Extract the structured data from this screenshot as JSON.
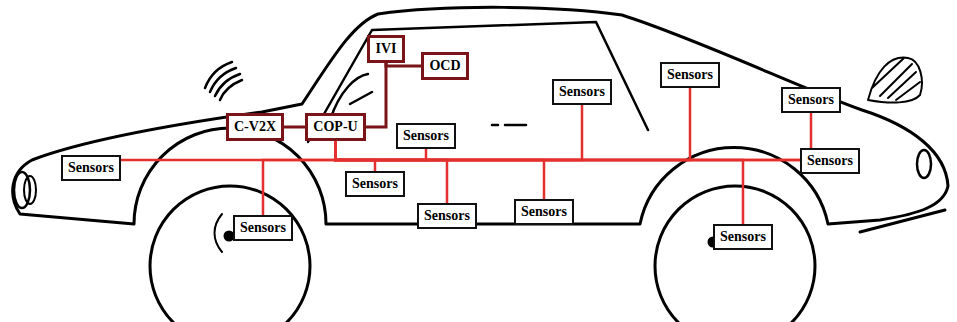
{
  "diagram": {
    "nodes": [
      {
        "text": [
          "IVI"
        ]
      },
      {
        "text": [
          "OCD"
        ]
      },
      {
        "text": [
          "C-V2X"
        ]
      },
      {
        "text": [
          "COP-U"
        ]
      },
      {
        "text": [
          "Sensors"
        ]
      },
      {
        "text": [
          "Sensors"
        ]
      },
      {
        "text": [
          "Sensors"
        ]
      },
      {
        "text": [
          "Sensors"
        ]
      },
      {
        "text": [
          "Sensors"
        ]
      },
      {
        "text": [
          "Sensors"
        ]
      },
      {
        "text": [
          "Sensors"
        ]
      },
      {
        "text": [
          "Sensors"
        ]
      },
      {
        "text": [
          "Sensors"
        ]
      },
      {
        "text": [
          "Sensors"
        ]
      },
      {
        "text": [
          "Sensors"
        ]
      }
    ],
    "edges": [
      {
        "from": 2,
        "to": 3,
        "arrow": "none"
      },
      {
        "from": 3,
        "to": 0,
        "arrow": "none"
      },
      {
        "from": 0,
        "to": 1,
        "arrow": "none"
      },
      {
        "from": 3,
        "to": 4,
        "arrow": "none"
      },
      {
        "from": 3,
        "to": 5,
        "arrow": "none"
      },
      {
        "from": 3,
        "to": 6,
        "arrow": "none"
      },
      {
        "from": 3,
        "to": 7,
        "arrow": "none"
      },
      {
        "from": 3,
        "to": 8,
        "arrow": "none"
      },
      {
        "from": 3,
        "to": 9,
        "arrow": "none"
      },
      {
        "from": 3,
        "to": 10,
        "arrow": "none"
      },
      {
        "from": 3,
        "to": 11,
        "arrow": "none"
      },
      {
        "from": 3,
        "to": 12,
        "arrow": "none"
      },
      {
        "from": 3,
        "to": 13,
        "arrow": "none"
      },
      {
        "from": 3,
        "to": 14,
        "arrow": "none"
      }
    ]
  }
}
